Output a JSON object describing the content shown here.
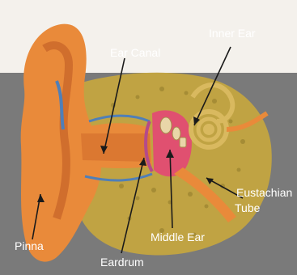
{
  "diagram": {
    "labels": {
      "ear_canal": "Ear Canal",
      "inner_ear": "Inner Ear",
      "eustachian_tube_line1": "Eustachian",
      "eustachian_tube_line2": "Tube",
      "pinna": "Pinna",
      "middle_ear": "Middle Ear",
      "eardrum": "Eardrum"
    },
    "colors": {
      "background_panel": "#7b7b7b",
      "outer_ear": "#e98a3a",
      "bone": "#c2a23e",
      "middle_ear": "#e05070",
      "cochlea": "#d7b25a",
      "label_text": "#ffffff",
      "pointer_line": "#1a1a1a"
    }
  }
}
